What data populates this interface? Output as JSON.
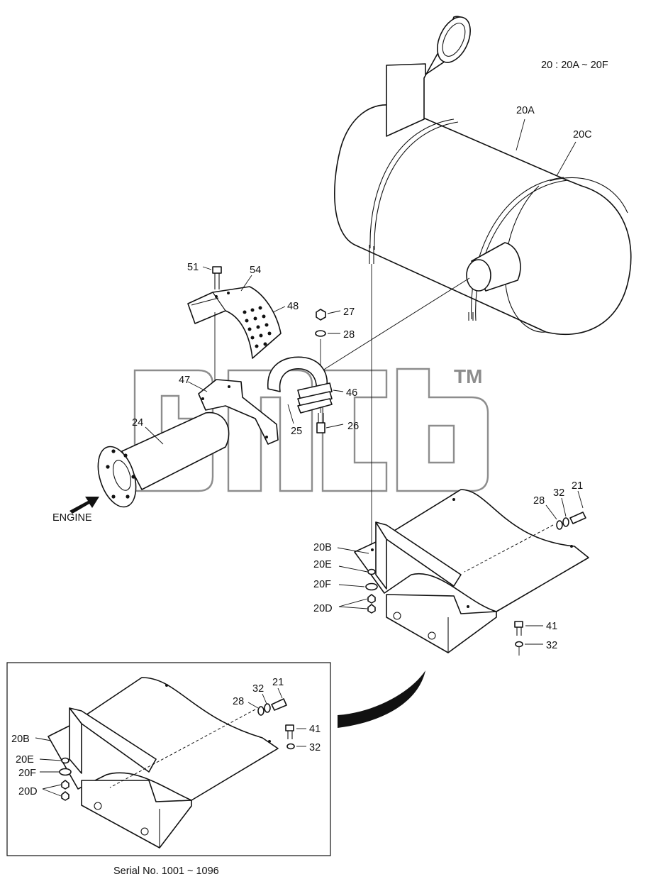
{
  "note": "20 : 20A ~ 20F",
  "serial": "Serial No. 1001 ~ 1096",
  "engine_label": "ENGINE",
  "watermark_tm": "TM",
  "labels": {
    "l20A": "20A",
    "l20C": "20C",
    "l51": "51",
    "l54": "54",
    "l48": "48",
    "l27": "27",
    "l28a": "28",
    "l47": "47",
    "l46": "46",
    "l24": "24",
    "l25": "25",
    "l26": "26",
    "l28b": "28",
    "l32a": "32",
    "l21a": "21",
    "l20Ba": "20B",
    "l20Ea": "20E",
    "l20Fa": "20F",
    "l20Da": "20D",
    "l41a": "41",
    "l32b": "32",
    "l21b": "21",
    "l32c": "32",
    "l28c": "28",
    "l41b": "41",
    "l32d": "32",
    "l20Bb": "20B",
    "l20Eb": "20E",
    "l20Fb": "20F",
    "l20Db": "20D"
  }
}
